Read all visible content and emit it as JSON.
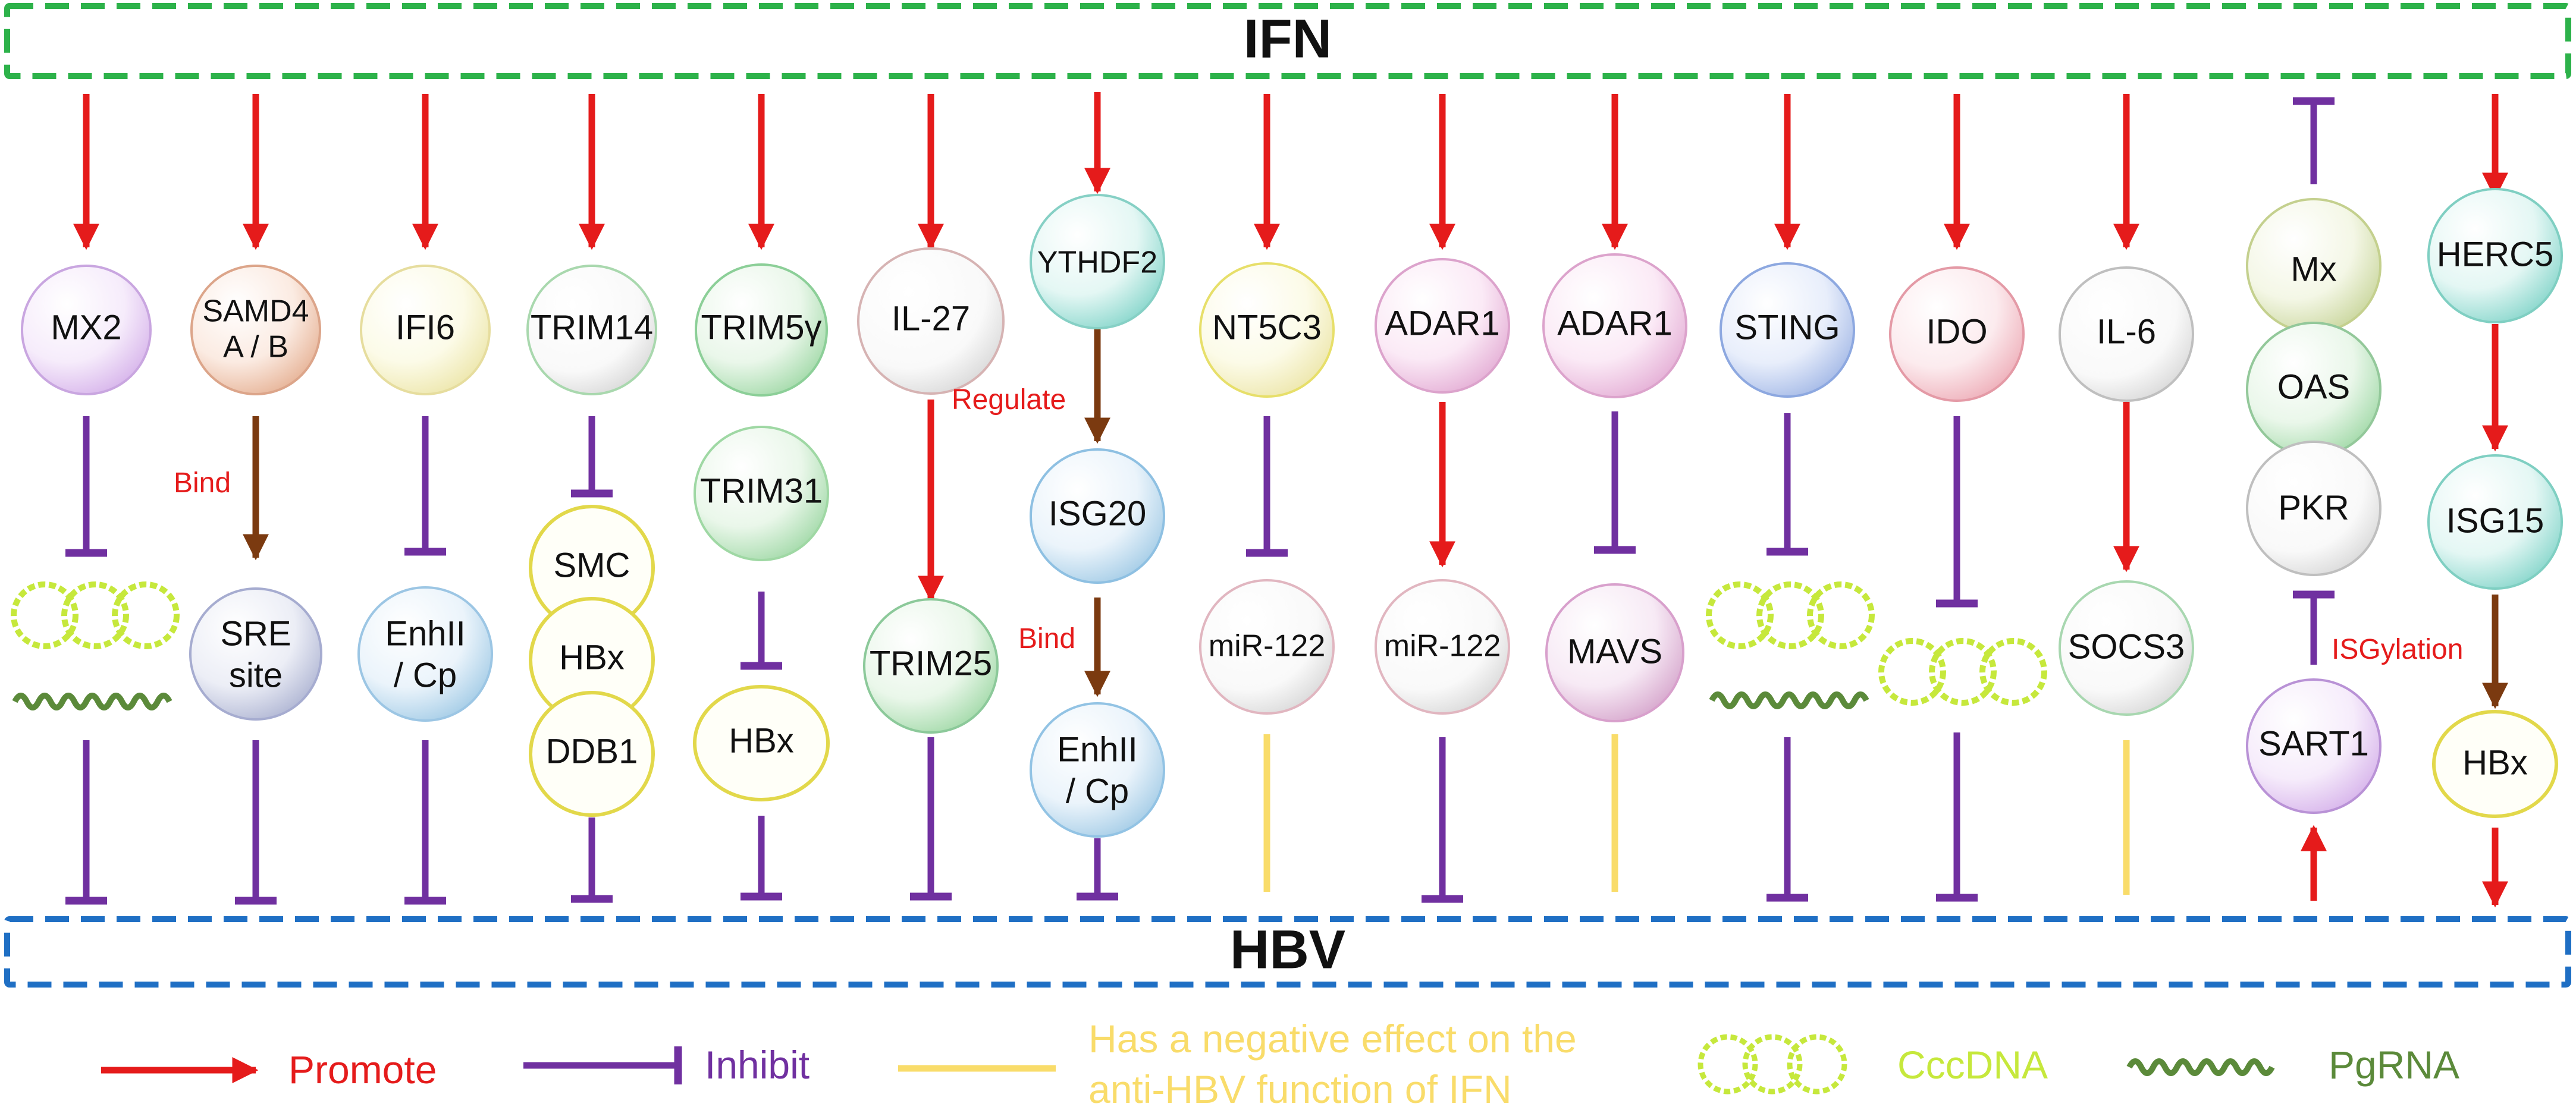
{
  "boxes": {
    "top": "IFN",
    "bottom": "HBV"
  },
  "nodes": {
    "mx2": "MX2",
    "samd4": [
      "SAMD4",
      "A / B"
    ],
    "ifi6": "IFI6",
    "trim14": "TRIM14",
    "trim5": "TRIM5γ",
    "trim31": "TRIM31",
    "il27": "IL-27",
    "ythdf2": "YTHDF2",
    "nt5c3": "NT5C3",
    "adar1a": "ADAR1",
    "adar1b": "ADAR1",
    "sting": "STING",
    "ido": "IDO",
    "il6": "IL-6",
    "mx": "Mx",
    "oas": "OAS",
    "pkr": "PKR",
    "herc5": "HERC5",
    "sre": [
      "SRE",
      "site"
    ],
    "enh1": [
      "EnhII",
      "/ Cp"
    ],
    "smc": "SMC",
    "hbx1": "HBx",
    "ddb1": "DDB1",
    "hbx2": "HBx",
    "trim25": "TRIM25",
    "isg20": "ISG20",
    "enh2": [
      "EnhII",
      "/ Cp"
    ],
    "mir1": "miR-122",
    "mir2": "miR-122",
    "mavs": "MAVS",
    "socs3": "SOCS3",
    "isg15": "ISG15",
    "sart1": "SART1",
    "hbx3": "HBx"
  },
  "edge_labels": {
    "bind1": "Bind",
    "regulate": "Regulate",
    "bind2": "Bind",
    "isgylation": "ISGylation"
  },
  "legend": {
    "promote": "Promote",
    "inhibit": "Inhibit",
    "negative_line1": "Has a negative effect on the",
    "negative_line2": "anti-HBV function of IFN",
    "cccdna": "CccDNA",
    "pgrna": "PgRNA"
  },
  "colors": {
    "promote": "#e51b1b",
    "inhibit": "#7030a0",
    "bind": "#7b3a10",
    "negative": "#f9dc6a",
    "ifn_box": "#2db24a",
    "hbv_box": "#1f6fc4",
    "cccdna": "#c6e83c",
    "pgrna": "#5b8a3a"
  }
}
